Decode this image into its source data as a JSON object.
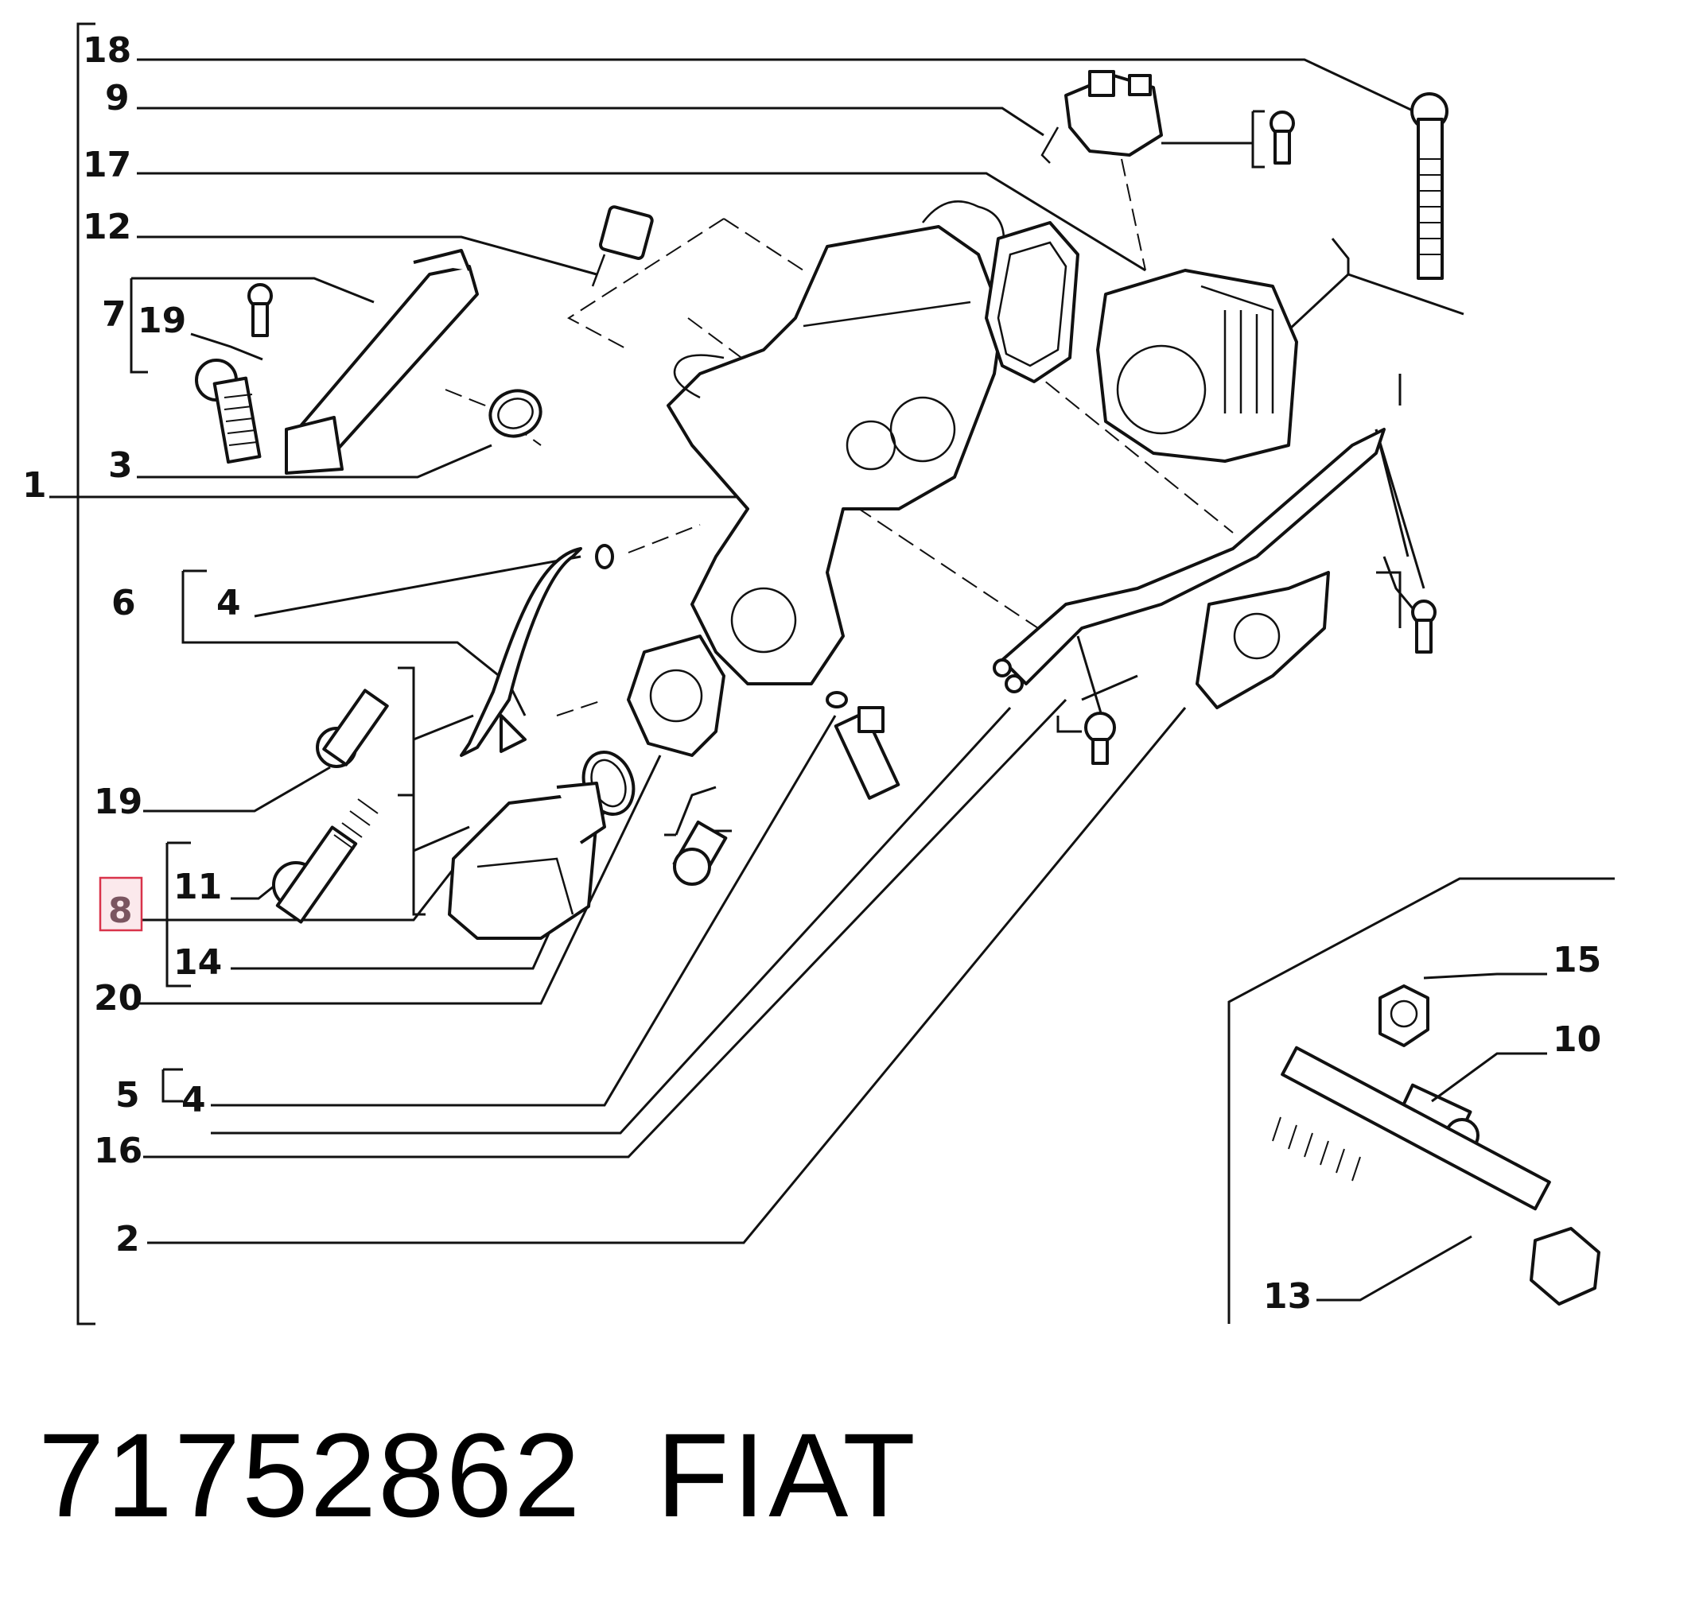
{
  "diagram": {
    "callouts": {
      "c18": "18",
      "c9": "9",
      "c17": "17",
      "c12": "12",
      "c7": "7",
      "c19a": "19",
      "c3": "3",
      "c1": "1",
      "c6": "6",
      "c4a": "4",
      "c19b": "19",
      "c11": "11",
      "c8": "8",
      "c14": "14",
      "c20": "20",
      "c5": "5",
      "c4b": "4",
      "c16": "16",
      "c2": "2",
      "c15": "15",
      "c10": "10",
      "c13": "13"
    },
    "highlighted_callout": "8",
    "highlight_color": "#d9334a"
  },
  "caption": {
    "part_number": "71752862",
    "brand": "FIAT"
  }
}
